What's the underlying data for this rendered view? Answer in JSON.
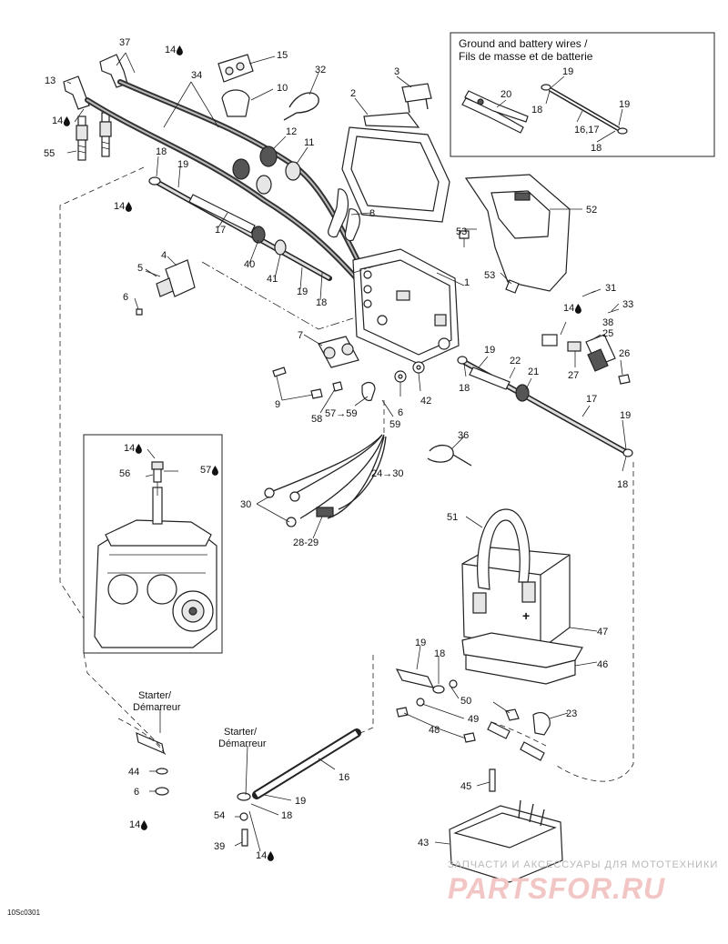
{
  "inset_ground": {
    "title_line1": "Ground and battery wires /",
    "title_line2": "Fils de masse et de batterie"
  },
  "starter_notes": [
    {
      "line1": "Starter/",
      "line2": "Démarreur"
    },
    {
      "line1": "Starter/",
      "line2": "Démarreur"
    }
  ],
  "drawing_code": "10Sc0301",
  "watermark": {
    "small": "ЗАПЧАСТИ И АКСЕССУАРЫ ДЛЯ МОТОТЕХНИКИ",
    "big": "PARTSFOR.RU"
  },
  "drop_icon": "oil-drop-icon",
  "callouts": [
    "37",
    "14",
    "13",
    "14",
    "15",
    "10",
    "32",
    "34",
    "55",
    "3",
    "2",
    "12",
    "11",
    "18",
    "19",
    "14",
    "8",
    "17",
    "52",
    "53",
    "53",
    "4",
    "5",
    "6",
    "40",
    "41",
    "19",
    "18",
    "1",
    "31",
    "33",
    "14",
    "38",
    "25",
    "26",
    "27",
    "7",
    "9",
    "58",
    "57→59",
    "59",
    "6",
    "42",
    "19",
    "22",
    "21",
    "18",
    "17",
    "19",
    "18",
    "36",
    "24→30",
    "14",
    "56",
    "57",
    "30",
    "28-29",
    "51",
    "47",
    "46",
    "19",
    "18",
    "50",
    "23",
    "49",
    "48",
    "44",
    "6",
    "14",
    "16",
    "19",
    "18",
    "54",
    "39",
    "14",
    "45",
    "43",
    "20",
    "19",
    "18",
    "19",
    "16,17",
    "18"
  ]
}
